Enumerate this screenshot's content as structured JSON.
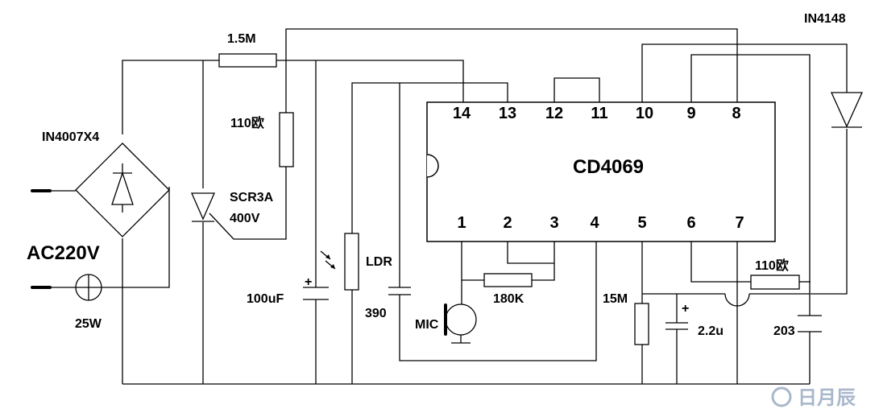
{
  "chip": {
    "name": "CD4069",
    "pins_top": [
      "14",
      "13",
      "12",
      "11",
      "10",
      "9",
      "8"
    ],
    "pins_bottom": [
      "1",
      "2",
      "3",
      "4",
      "5",
      "6",
      "7"
    ]
  },
  "labels": {
    "bridge": "IN4007X4",
    "source": "AC220V",
    "lamp": "25W",
    "r_top": "1.5M",
    "r_110_left": "110欧",
    "scr_model": "SCR3A",
    "scr_voltage": "400V",
    "cap_100": "100uF",
    "ldr": "LDR",
    "cap_390": "390",
    "mic": "MIC",
    "r_180": "180K",
    "r_15m": "15M",
    "cap_22": "2.2u",
    "r_110_right": "110欧",
    "cap_203": "203",
    "diode": "IN4148",
    "plus_a": "+",
    "plus_b": "+"
  },
  "watermark": "日月辰"
}
